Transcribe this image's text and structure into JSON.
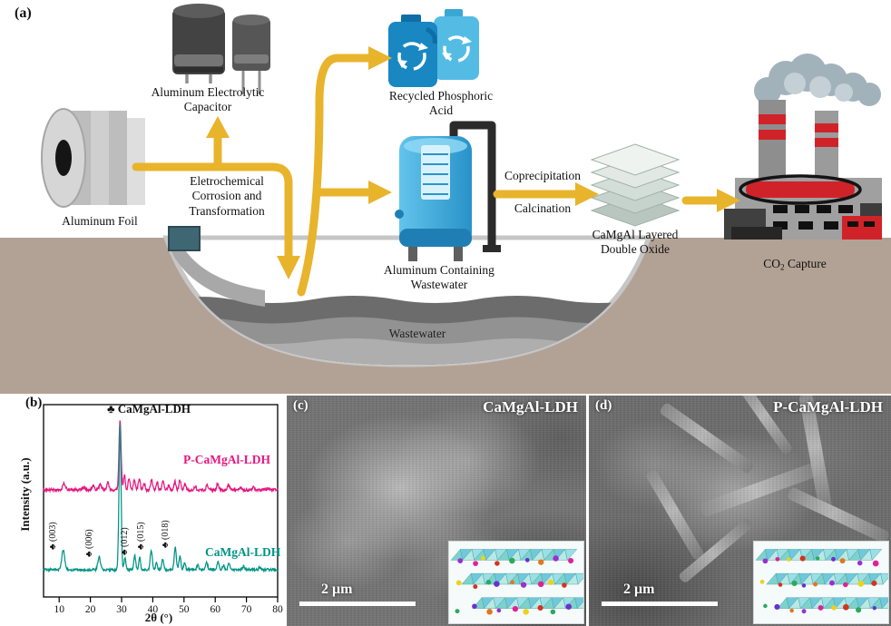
{
  "figure": {
    "panel_a": {
      "tag": "(a)",
      "capacitor_label": "Aluminum Electrolytic Capacitor",
      "foil_label": "Aluminum Foil",
      "process_label": "Eletrochemical Corrosion and Transformation",
      "acid_label": "Recycled Phosphoric Acid",
      "tank_label": "Aluminum Containing Wastewater",
      "coprecipitation_label": "Coprecipitation",
      "calcination_label": "Calcination",
      "ldo_label": "CaMgAl Layered Double Oxide",
      "co2_label": {
        "prefix": "CO",
        "sub": "2",
        "suffix": " Capture"
      },
      "wastewater_label": "Wastewater"
    },
    "panel_b": {
      "tag": "(b)"
    },
    "panel_c": {
      "tag": "(c)",
      "title": "CaMgAl-LDH",
      "scalebar": "2 μm"
    },
    "panel_d": {
      "tag": "(d)",
      "title": "P-CaMgAl-LDH",
      "scalebar": "2 μm"
    }
  },
  "chart_data": {
    "type": "line",
    "title": "",
    "xlabel": "2θ (°)",
    "ylabel": "Intensity (a.u.)",
    "legend": "♣ CaMgAl-LDH",
    "xlim": [
      5,
      80
    ],
    "x_ticks": [
      10,
      20,
      30,
      40,
      50,
      60,
      70,
      80
    ],
    "grid": false,
    "legend_position": "top-center",
    "series": [
      {
        "name": "P-CaMgAl-LDH",
        "color": "#E7157E",
        "baseline": 118,
        "noise": 1.6,
        "peaks": [
          [
            11.6,
            7,
            0.45
          ],
          [
            17.9,
            3,
            0.4
          ],
          [
            20.9,
            5,
            0.4
          ],
          [
            23.2,
            6,
            0.4
          ],
          [
            25.6,
            9,
            0.35
          ],
          [
            29.5,
            78,
            0.33
          ],
          [
            30.9,
            16,
            0.3
          ],
          [
            32.4,
            13,
            0.3
          ],
          [
            34.1,
            11,
            0.3
          ],
          [
            35.7,
            13,
            0.3
          ],
          [
            37.2,
            8,
            0.3
          ],
          [
            39.6,
            11,
            0.3
          ],
          [
            41.4,
            8,
            0.3
          ],
          [
            43.3,
            11,
            0.3
          ],
          [
            45.1,
            5,
            0.3
          ],
          [
            47.1,
            9,
            0.3
          ],
          [
            48.7,
            11,
            0.3
          ],
          [
            50.3,
            7,
            0.3
          ],
          [
            53.6,
            4,
            0.3
          ],
          [
            57.4,
            6,
            0.3
          ],
          [
            60.8,
            7,
            0.3
          ],
          [
            64.3,
            6,
            0.3
          ],
          [
            68.1,
            3,
            0.3
          ],
          [
            72.2,
            3,
            0.3
          ],
          [
            77.0,
            2,
            0.3
          ]
        ]
      },
      {
        "name": "CaMgAl-LDH",
        "color": "#009485",
        "baseline": 30,
        "noise": 1.4,
        "peaks": [
          [
            11.3,
            22,
            0.45
          ],
          [
            22.8,
            14,
            0.4
          ],
          [
            29.5,
            160,
            0.33
          ],
          [
            31.1,
            13,
            0.3
          ],
          [
            34.2,
            16,
            0.3
          ],
          [
            35.8,
            13,
            0.3
          ],
          [
            39.5,
            22,
            0.33
          ],
          [
            41.2,
            7,
            0.3
          ],
          [
            43.2,
            12,
            0.3
          ],
          [
            47.2,
            24,
            0.33
          ],
          [
            48.7,
            15,
            0.3
          ],
          [
            50.2,
            8,
            0.3
          ],
          [
            54.4,
            5,
            0.3
          ],
          [
            57.3,
            8,
            0.3
          ],
          [
            60.9,
            9,
            0.3
          ],
          [
            62.6,
            5,
            0.3
          ],
          [
            64.4,
            7,
            0.3
          ],
          [
            69.1,
            4,
            0.3
          ],
          [
            74.2,
            3,
            0.3
          ]
        ]
      }
    ],
    "peak_labels": [
      {
        "text": "♣ (003)",
        "two_theta": 11.3
      },
      {
        "text": "♣ (006)",
        "two_theta": 22.8
      },
      {
        "text": "♣ (012)",
        "two_theta": 34.2
      },
      {
        "text": "♣ (015)",
        "two_theta": 39.5
      },
      {
        "text": "♣ (018)",
        "two_theta": 47.2
      }
    ]
  }
}
